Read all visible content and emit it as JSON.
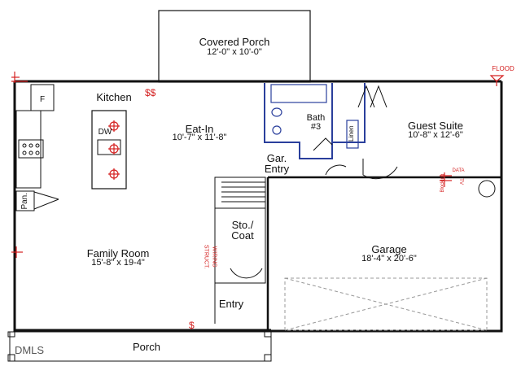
{
  "rooms": {
    "covered_porch": {
      "name": "Covered Porch",
      "dims": "12'-0\" x 10'-0\""
    },
    "kitchen": {
      "name": "Kitchen"
    },
    "eat_in": {
      "name": "Eat-In",
      "dims": "10'-7\" x 11'-8\""
    },
    "bath": {
      "name": "Bath",
      "number": "#3"
    },
    "linen": {
      "name": "Linen"
    },
    "guest_suite": {
      "name": "Guest Suite",
      "dims": "10'-8\" x 12'-6\""
    },
    "gar_entry": {
      "line1": "Gar.",
      "line2": "Entry"
    },
    "pantry": {
      "name": "Pan."
    },
    "family_room": {
      "name": "Family Room",
      "dims": "15'-8\" x 19-4\""
    },
    "storage": {
      "line1": "Sto./",
      "line2": "Coat"
    },
    "garage": {
      "name": "Garage",
      "dims": "18'-4\" x 20'-6\""
    },
    "entry": {
      "name": "Entry"
    },
    "porch": {
      "name": "Porch"
    }
  },
  "fixtures": {
    "fridge": "F",
    "dishwasher": "DW"
  },
  "annotations": {
    "flood": "FLOOD",
    "data": "DATA",
    "tv": "TV",
    "blocking": "Blocking",
    "structured_wiring": "WIRING",
    "structured_wiring_label": "STRUCT."
  },
  "watermark": "DMLS",
  "colors": {
    "wall": "#111111",
    "bath_highlight": "#2a3f9c",
    "electrical": "#d42020"
  },
  "icons": [
    "outlet-icon",
    "ceiling-light-icon",
    "switch-icon",
    "flood-light-icon",
    "data-outlet-icon"
  ]
}
